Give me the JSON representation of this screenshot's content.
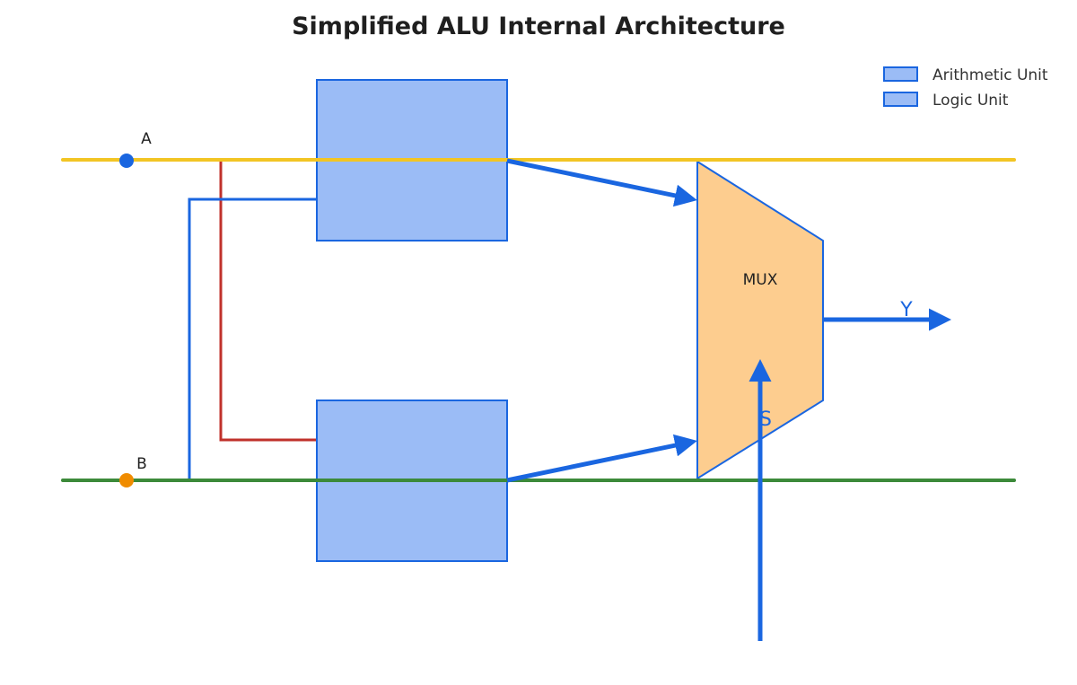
{
  "title": "Simplified ALU Internal Architecture",
  "inputs": {
    "a": {
      "label": "A",
      "color": "#f2c524",
      "dot_color": "#1a66e0"
    },
    "b": {
      "label": "B",
      "color": "#3c8a3a",
      "dot_color": "#f08c00"
    }
  },
  "mux": {
    "label": "MUX",
    "fill": "#fdcd8f",
    "stroke": "#1a66e0"
  },
  "output": {
    "label": "Y"
  },
  "select": {
    "label": "S"
  },
  "units": {
    "fill": "#9bbcf6",
    "stroke": "#1a66e0"
  },
  "legend": [
    {
      "label": "Arithmetic Unit",
      "color": "#9bbcf6"
    },
    {
      "label": "Logic Unit",
      "color": "#9bbcf6"
    }
  ],
  "colors": {
    "wire_blue": "#1a66e0",
    "wire_red": "#c0312b"
  }
}
